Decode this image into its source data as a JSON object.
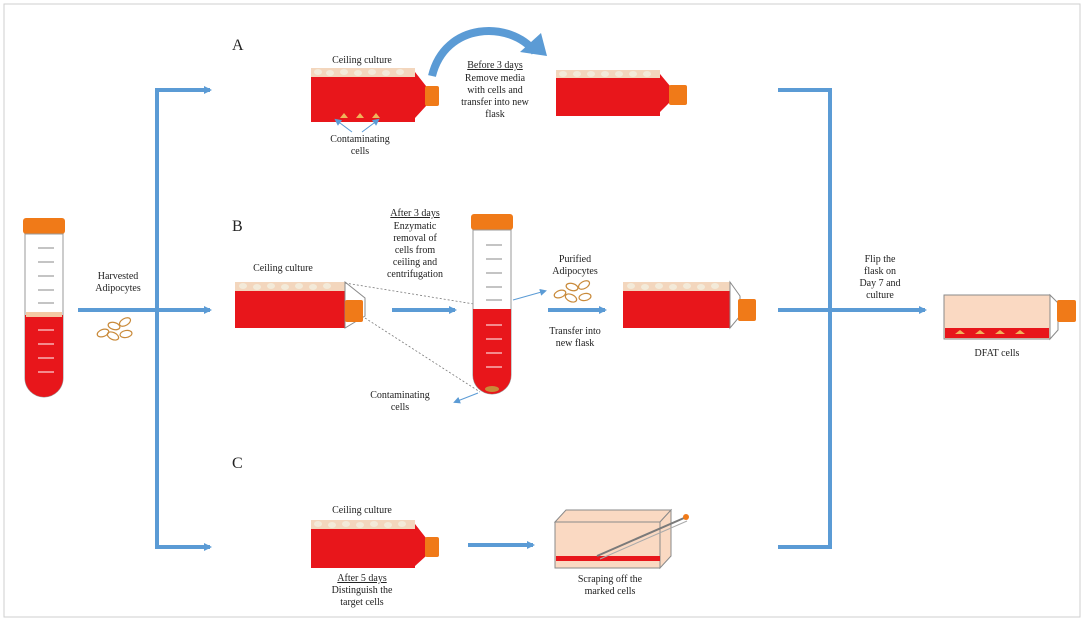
{
  "sections": {
    "a": "A",
    "b": "B",
    "c": "C"
  },
  "tube_left": {
    "label_line1": "Harvested",
    "label_line2": "Adipocytes"
  },
  "row_a": {
    "flask_label": "Ceiling culture",
    "contam_line1": "Contaminating",
    "contam_line2": "cells",
    "step_title": "Before 3 days",
    "step_line1": "Remove media",
    "step_line2": "with cells and",
    "step_line3": "transfer into new",
    "step_line4": "flask"
  },
  "row_b": {
    "flask_label": "Ceiling culture",
    "step_title": "After 3 days",
    "step_line1": "Enzymatic",
    "step_line2": "removal of",
    "step_line3": "cells from",
    "step_line4": "ceiling and",
    "step_line5": "centrifugation",
    "purified_line1": "Purified",
    "purified_line2": "Adipocytes",
    "transfer_line1": "Transfer into",
    "transfer_line2": "new flask",
    "contam_line1": "Contaminating",
    "contam_line2": "cells"
  },
  "row_c": {
    "flask_label": "Ceiling culture",
    "step_title": "After 5 days",
    "step_line1": "Distinguish the",
    "step_line2": "target cells",
    "scrape_line1": "Scraping off the",
    "scrape_line2": "marked cells"
  },
  "final": {
    "flip_line1": "Flip the",
    "flip_line2": "flask on",
    "flip_line3": "Day 7 and",
    "flip_line4": "culture",
    "result_label": "DFAT cells"
  },
  "colors": {
    "medium_red": "#e8161b",
    "cap_orange": "#f07a18",
    "arrow_blue": "#5b9bd5",
    "flask_peach": "#fad9c2"
  }
}
